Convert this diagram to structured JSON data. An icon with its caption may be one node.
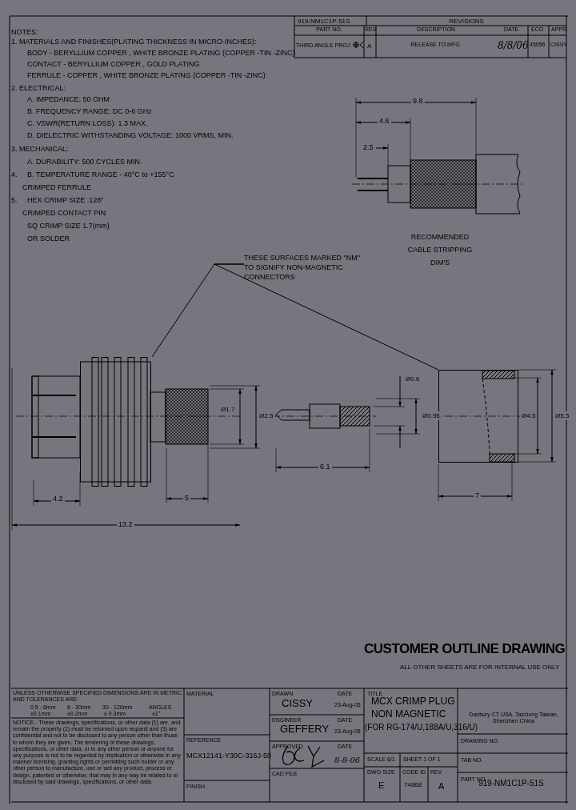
{
  "diagram": {
    "title": "CUSTOMER OUTLINE DRAWING",
    "nodes": [
      {
        "text": [
          "THESE SURFACES MARKED \"NM\" TO SIGNIFY NON-MAGNETIC CONNECTORS"
        ]
      },
      {
        "text": [],
        "shape": "picture"
      },
      {
        "text": [],
        "shape": "picture"
      }
    ],
    "edges": [
      {
        "from": 0,
        "to": 1,
        "arrow": "none"
      },
      {
        "from": 0,
        "to": 2,
        "arrow": "none"
      }
    ],
    "labels": [
      "NOTES:",
      "1. MATERIALS AND FINISHES(PLATING THICKNESS IN MICRO-INCHES):",
      "BODY - BERYLLIUM COPPER , WHITE BRONZE PLATING (COPPER -TIN -ZINC)",
      "CONTACT - BERYLLIUM COPPER , GOLD PLATING",
      "FERRULE - COPPER , WHITE BRONZE PLATING (COPPER -TIN -ZINC)",
      "2. ELECTRICAL:",
      "A. IMPEDANCE: 50 OHM",
      "B. FREQUENCY RANGE: DC 0-6 GHz",
      "C. VSWR(RETURN LOSS): 1.3 MAX.",
      "D. DIELECTRIC WITHSTANDING VOLTAGE: 1000 VRMS, MIN.",
      "3. MECHANICAL:",
      "A. DURABILITY: 500 CYCLES MIN.",
      "4.",
      "B. TEMPERATURE RANGE - 40°C to +155°C",
      "CRIMPED FERRULE",
      "5.",
      "HEX CRIMP SIZE .128\"",
      "CRIMPED CONTACT PIN",
      "SQ CRIMP SIZE 1.7(mm)",
      "OR SOLDER",
      "919-NM1C1P-51S",
      "REVISIONS",
      "PART NO.",
      "REV",
      "DESCRIPTION",
      "DATE",
      "ECO",
      "APPR",
      "THIRD ANGLE PROJ.",
      "A",
      "RELEASE TO MFG.",
      "8/8/06",
      "45056",
      "CISSY",
      "9.8",
      "4.6",
      "2.5",
      "RECOMMENDED CABLE STRIPPING DIM'S",
      "Ø1.7",
      "Ø2.5",
      "Ø0.6",
      "Ø0.95",
      "Ø4.5",
      "Ø5.5",
      "4.2",
      "5",
      "6.1",
      "7",
      "13.2",
      "ALL OTHER SHEETS ARE FOR INTERNAL USE ONLY",
      "UNLESS OTHERWISE SPECIFIED DIMENSIONS ARE IN METRIC AND TOLERANCES ARE:",
      "0.5 - 6mm",
      "6 - 30mm",
      "30 - 120mm",
      "ANGLES",
      "±0.1mm",
      "±0.2mm",
      "± 0.3mm",
      "±1°",
      "MATERIAL",
      "NOTICE - These drawings, specifications, or other data (1) are, and remain the property (2) must be returned upon request and (3) are confidential and not to be disclosed to any person other than those to whom they are given. The tendering of these drawings, specifications, or other data, or to any other person or anyone for any purpose is not to be regarded by implication or otherwise in any manner licensing, granting rights or permitting such holder or any other person to manufacture, use or sell any product, process or design, patented or otherwise, that may in any way be related to or disclosed by said drawings, specifications, or other data.",
      "REFERENCE",
      "MCX12141-Y30C-316J-50",
      "FINISH",
      "DRAWN",
      "CISSY",
      "DATE",
      "23-Aug-05",
      "ENGINEER",
      "GEFFERY",
      "DATE",
      "23-Aug-05",
      "APPROVED",
      "DATE",
      "8-8-06",
      "CAD FILE",
      "TITLE",
      "MCX CRIMP PLUG",
      "NON MAGNETIC",
      "(FOR RG-174/U,188A/U,316/U)",
      "SCALE 6/1",
      "SHEET 1 OF 1",
      "DWG SIZE",
      "E",
      "CODE ID",
      "74868",
      "REV",
      "A",
      "Danbury CT USA, Taichung Taiwan, Shenzhen China",
      "DRAWING NO.",
      "TAB NO.",
      "PART NO.",
      "919-NM1C1P-51S"
    ]
  }
}
